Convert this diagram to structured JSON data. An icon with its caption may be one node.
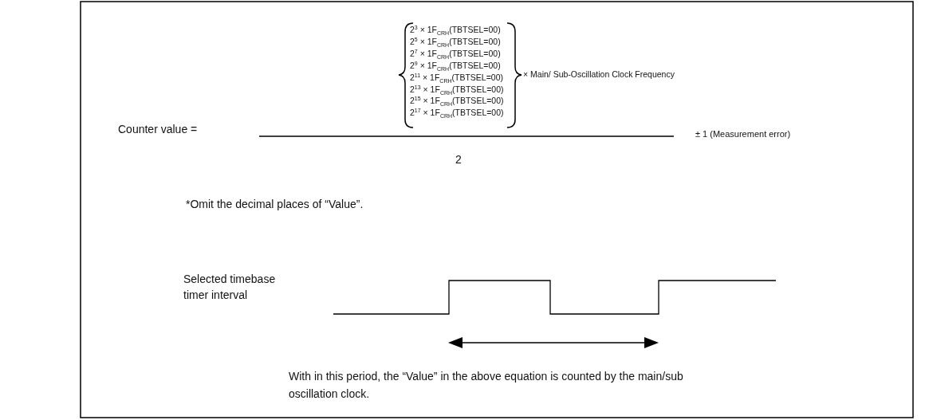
{
  "diagram": {
    "labels": [
      "Counter value =",
      "2$^{3}$ × 1F$_{CRH}$(TBTSEL=00)",
      "2$^{5}$ × 1F$_{CRH}$(TBTSEL=00)",
      "2$^{7}$ × 1F$_{CRH}$(TBTSEL=00)",
      "2$^{9}$ × 1F$_{CRH}$(TBTSEL=00)",
      "2$^{11}$ × 1F$_{CRH}$(TBTSEL=00)",
      "2$^{13}$ × 1F$_{CRH}$(TBTSEL=00)",
      "2$^{15}$ × 1F$_{CRH}$(TBTSEL=00)",
      "2$^{17}$ × 1F$_{CRH}$(TBTSEL=00)",
      "× Main/ Sub-Oscillation Clock Frequency",
      "± 1 (Measurement error)",
      "2",
      "*Omit the decimal places of “Value”.",
      "Selected timebase timer interval",
      "With in this period, the “Value” in the above equation is counted by the main/sub oscillation clock."
    ]
  }
}
